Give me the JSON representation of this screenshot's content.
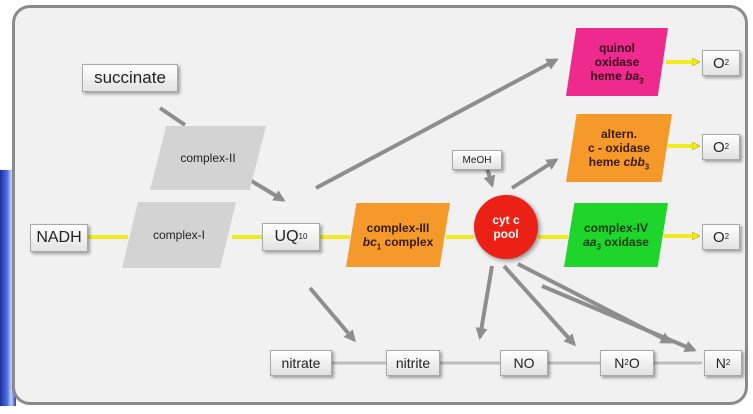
{
  "nodes": {
    "succinate": "succinate",
    "nadh": "NADH",
    "complex_i": "complex-I",
    "complex_ii": "complex-II",
    "uq": {
      "main": "UQ",
      "sub": "10"
    },
    "complex_iii": {
      "line1": "complex-III",
      "line2_italic": "bc",
      "line2_sub": "1",
      "line2_rest": " complex"
    },
    "meoh": "MeOH",
    "cyt_c": {
      "line1": "cyt c",
      "line2": "pool"
    },
    "quinol_oxidase": {
      "line1": "quinol",
      "line2": "oxidase",
      "line3_pre": "heme ",
      "line3_italic": "ba",
      "line3_sub": "3"
    },
    "altern_oxidase": {
      "line1": "altern.",
      "line2": "c - oxidase",
      "line3_pre": "heme ",
      "line3_italic": "cbb",
      "line3_sub": "3"
    },
    "complex_iv": {
      "line1": "complex-IV",
      "line2_italic": "aa",
      "line2_sub": "3",
      "line2_rest": " oxidase"
    },
    "o2": {
      "main": "O",
      "sub": "2"
    },
    "nitrate": "nitrate",
    "nitrite": "nitrite",
    "no": "NO",
    "n2o": {
      "pre": "N",
      "sub": "2",
      "post": "O"
    },
    "n2": {
      "main": "N",
      "sub": "2"
    }
  },
  "colors": {
    "yellow_flow": "#f2ea1e",
    "grey_arrow": "#8e8e8e",
    "complex_iii": "#f59a2a",
    "complex_iv": "#1fd42a",
    "quinol_oxidase": "#ee2b8c",
    "cyt_c": "#ec2116"
  }
}
